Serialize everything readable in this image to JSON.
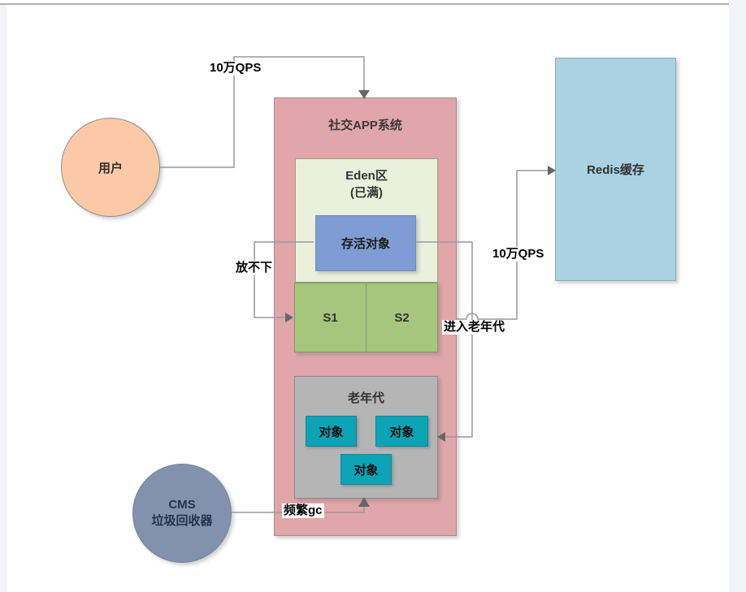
{
  "diagram": {
    "user": {
      "label": "用户"
    },
    "cms": {
      "label_line1": "CMS",
      "label_line2": "垃圾回收器"
    },
    "app_system": {
      "title": "社交APP系统",
      "eden": {
        "title_line1": "Eden区",
        "title_line2": "(已满)",
        "alive_object": {
          "label": "存活对象"
        }
      },
      "survivors": {
        "s1": "S1",
        "s2": "S2"
      },
      "old_gen": {
        "title": "老年代",
        "objects": [
          "对象",
          "对象",
          "对象"
        ]
      }
    },
    "redis": {
      "label": "Redis缓存"
    },
    "edges": {
      "user_to_app_label": "10万QPS",
      "app_to_redis_label": "10万QPS",
      "overflow_label": "放不下",
      "promote_label": "进入老年代",
      "gc_label": "频繁gc"
    },
    "colors": {
      "app_fill": "#e0a6a9",
      "eden_fill": "#e9f1dc",
      "survivor_fill": "#a6c57d",
      "old_gen_fill": "#b5b5b5",
      "object_fill": "#0ba3b5",
      "alive_object_fill": "#7e9dd4",
      "redis_fill": "#aad2e2",
      "user_fill": "#fcc9a6",
      "cms_fill": "#8292ae",
      "wire_color": "#999999"
    }
  }
}
